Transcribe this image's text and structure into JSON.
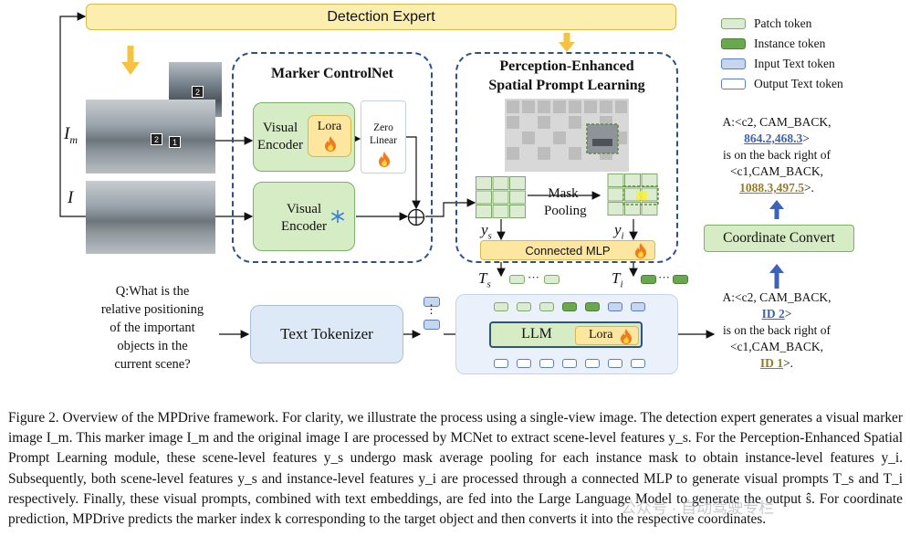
{
  "figure": {
    "detection_expert": "Detection Expert",
    "legend": {
      "patch_token": "Patch token",
      "instance_token": "Instance token",
      "input_text_token": "Input Text token",
      "output_text_token": "Output Text token"
    },
    "marker_controlnet": {
      "title": "Marker ControlNet",
      "visual_encoder_top": [
        "Visual",
        "Encoder"
      ],
      "lora": "Lora",
      "zero_linear": [
        "Zero",
        "Linear"
      ],
      "visual_encoder_bottom": [
        "Visual",
        "Encoder"
      ]
    },
    "perception": {
      "title_line1": "Perception-Enhanced",
      "title_line2": "Spatial Prompt Learning",
      "mask_pooling": [
        "Mask",
        "Pooling"
      ],
      "ys": "y",
      "ys_sub": "s",
      "yi": "y",
      "yi_sub": "i",
      "connected_mlp": "Connected MLP"
    },
    "image_labels": {
      "im": "I",
      "im_sub": "m",
      "i": "I",
      "marker_1": "1",
      "marker_2": "2"
    },
    "tokens": {
      "ts": "T",
      "ts_sub": "s",
      "ti": "T",
      "ti_sub": "i",
      "ellipsis": "···"
    },
    "question": [
      "Q:What is the",
      "relative positioning",
      "of the important",
      "objects in the",
      "current scene?"
    ],
    "text_tokenizer": "Text Tokenizer",
    "llm": "LLM",
    "llm_lora": "Lora",
    "answer_top": {
      "line1": "A:<c2, CAM_BACK,",
      "coord1": "864.2,468.3",
      "close1": ">",
      "line3": "is on the back right of",
      "line4": "<c1,CAM_BACK,",
      "coord2": "1088.3,497.5",
      "close2": ">."
    },
    "coordinate_convert": "Coordinate Convert",
    "answer_bottom": {
      "line1": "A:<c2, CAM_BACK,",
      "id1": "ID 2",
      "close1": ">",
      "line3": "is on the back right of",
      "line4": "<c1,CAM_BACK,",
      "id2": "ID 1",
      "close2": ">."
    },
    "colors": {
      "detection_fill": "#fbeeae",
      "detection_border": "#d8b84a",
      "dashed_border": "#2f4f8f",
      "encoder_fill": "#d6ecc4",
      "encoder_border": "#7fb069",
      "lora_fill": "#fce6a0",
      "tokenizer_fill": "#dde9f6",
      "llm_fill": "#d6ecc4",
      "arrow_yellow": "#f5c242",
      "arrow_blue": "#3b63b8"
    }
  },
  "caption": {
    "text": "Figure 2. Overview of the MPDrive framework. For clarity, we illustrate the process using a single-view image. The detection expert generates a visual marker image I_m. This marker image I_m and the original image I are processed by MCNet to extract scene-level features y_s. For the Perception-Enhanced Spatial Prompt Learning module, these scene-level features y_s undergo mask average pooling for each instance mask to obtain instance-level features y_i. Subsequently, both scene-level features y_s and instance-level features y_i are processed through a connected MLP to generate visual prompts T_s and T_i respectively. Finally, these visual prompts, combined with text embeddings, are fed into the Large Language Model to generate the output ŝ. For coordinate prediction, MPDrive predicts the marker index k corresponding to the target object and then converts it into the respective coordinates.",
    "watermark": "公众号 · 自动驾驶专栏"
  }
}
